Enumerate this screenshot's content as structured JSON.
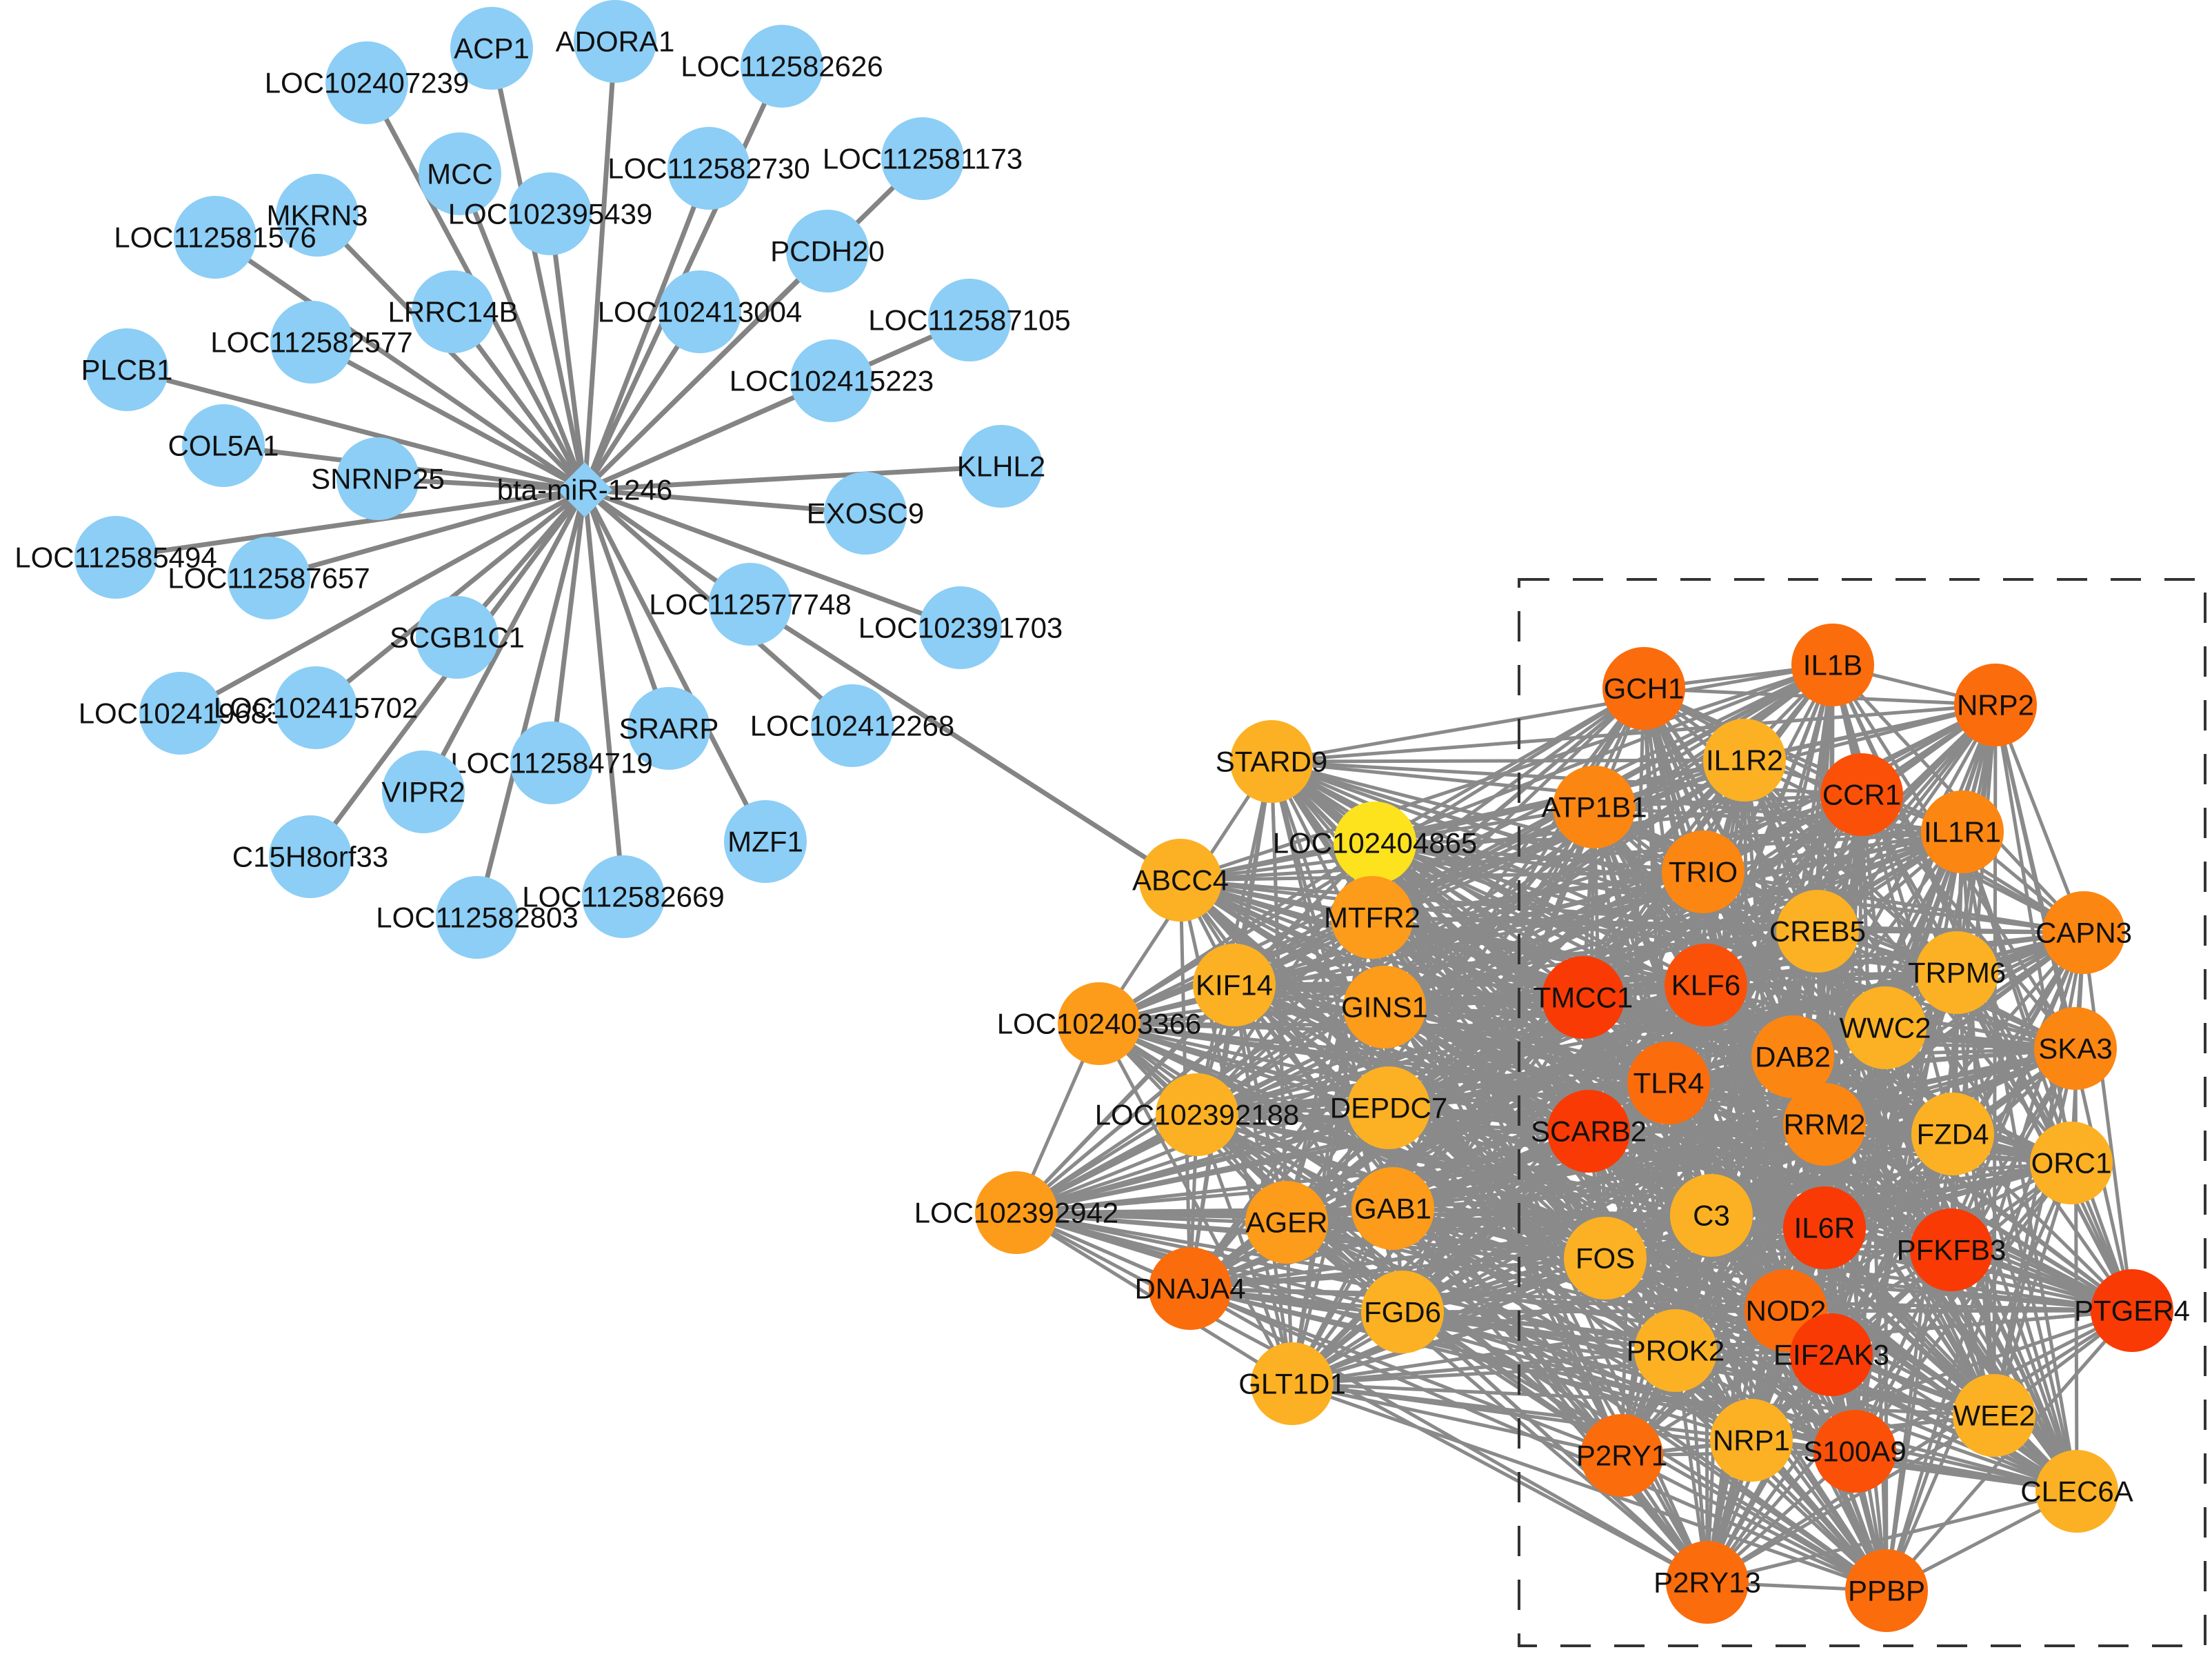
{
  "network": {
    "hub": "bta-miR-1246",
    "mirna_targets": [
      "ACP1",
      "ADORA1",
      "LOC102407239",
      "LOC112582626",
      "MCC",
      "LOC112582730",
      "LOC112581173",
      "MKRN3",
      "LOC102395439",
      "LOC112581576",
      "PCDH20",
      "LRRC14B",
      "LOC102413004",
      "LOC112587105",
      "LOC112582577",
      "LOC102415223",
      "PLCB1",
      "COL5A1",
      "SNRNP25",
      "KLHL2",
      "EXOSC9",
      "LOC112585494",
      "LOC112587657",
      "LOC112577748",
      "LOC102391703",
      "SCGB1C1",
      "LOC102419683",
      "LOC102415702",
      "SRARP",
      "LOC102412268",
      "LOC112584719",
      "VIPR2",
      "MZF1",
      "C15H8orf33",
      "LOC112582669",
      "LOC112582803"
    ],
    "ppi_nodes": [
      "GCH1",
      "IL1B",
      "NRP2",
      "STARD9",
      "IL1R2",
      "CCR1",
      "ATP1B1",
      "IL1R1",
      "LOC102404865",
      "ABCC4",
      "TRIO",
      "MTFR2",
      "CAPN3",
      "CREB5",
      "TRPM6",
      "KIF14",
      "TMCC1",
      "KLF6",
      "LOC102403366",
      "GINS1",
      "WWC2",
      "DAB2",
      "TLR4",
      "SKA3",
      "DEPDC7",
      "LOC102392188",
      "SCARB2",
      "RRM2",
      "FZD4",
      "ORC1",
      "C3",
      "GAB1",
      "LOC102392942",
      "IL6R",
      "PFKFB3",
      "AGER",
      "FOS",
      "DNAJA4",
      "NOD2",
      "PTGER4",
      "FGD6",
      "PROK2",
      "EIF2AK3",
      "GLT1D1",
      "WEE2",
      "P2RY1",
      "NRP1",
      "S100A9",
      "CLEC6A",
      "P2RY13",
      "PPBP"
    ],
    "bridge_edge": [
      "LOC112577748",
      "ABCC4"
    ],
    "colors": {
      "mirna_target": "#8ccef5",
      "edge": "#848484",
      "yellow": "#fde21e",
      "orange_light": "#fbb123",
      "orange_mid": "#fd9b1a",
      "orange": "#fc8612",
      "orange_dark": "#fb6c0c",
      "red_orange": "#fb5008",
      "red": "#f93a05"
    },
    "ppi_node_colors": {
      "GCH1": "#fb6c0c",
      "IL1B": "#fb6c0c",
      "NRP2": "#fb6c0c",
      "STARD9": "#fbb123",
      "IL1R2": "#fbb123",
      "CCR1": "#fb5008",
      "ATP1B1": "#fc8612",
      "IL1R1": "#fc8612",
      "LOC102404865": "#fde21e",
      "ABCC4": "#fbb123",
      "TRIO": "#fc8612",
      "MTFR2": "#fd9b1a",
      "CAPN3": "#fc8612",
      "CREB5": "#fbb123",
      "TRPM6": "#fbb123",
      "KIF14": "#fbb123",
      "TMCC1": "#f93a05",
      "KLF6": "#fb5008",
      "LOC102403366": "#fd9b1a",
      "GINS1": "#fd9b1a",
      "WWC2": "#fbb123",
      "DAB2": "#fc8612",
      "TLR4": "#fb6c0c",
      "SKA3": "#fc8612",
      "DEPDC7": "#fbb123",
      "LOC102392188": "#fbb123",
      "SCARB2": "#f93a05",
      "RRM2": "#fc8612",
      "FZD4": "#fbb123",
      "ORC1": "#fbb123",
      "C3": "#fbb123",
      "GAB1": "#fd9b1a",
      "LOC102392942": "#fd9b1a",
      "IL6R": "#f93a05",
      "PFKFB3": "#f93a05",
      "AGER": "#fd9b1a",
      "FOS": "#fbb123",
      "DNAJA4": "#fb6c0c",
      "NOD2": "#fb6c0c",
      "PTGER4": "#f93a05",
      "FGD6": "#fbb123",
      "PROK2": "#fbb123",
      "EIF2AK3": "#f93a05",
      "GLT1D1": "#fbb123",
      "WEE2": "#fbb123",
      "P2RY1": "#fb6c0c",
      "NRP1": "#fbb123",
      "S100A9": "#fb5008",
      "CLEC6A": "#fbb123",
      "P2RY13": "#fb6c0c",
      "PPBP": "#fb6c0c"
    }
  }
}
